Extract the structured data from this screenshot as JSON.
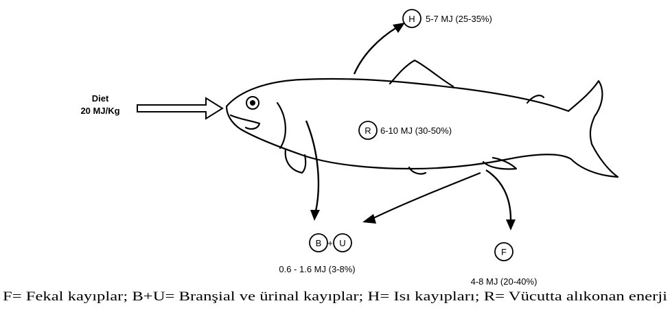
{
  "diet": {
    "line1": "Diet",
    "line2": "20 MJ/Kg"
  },
  "heat": {
    "symbol": "H",
    "value": "5-7 MJ (25-35%)"
  },
  "retained": {
    "symbol": "R",
    "value": "6-10 MJ (30-50%)"
  },
  "branchial": {
    "symbol": "B"
  },
  "plus": "+",
  "urinary": {
    "symbol": "U"
  },
  "branchial_urinary_value": "0.6 - 1.6 MJ (3-8%)",
  "fecal": {
    "symbol": "F",
    "value": "4-8 MJ (20-40%)"
  },
  "caption": "F= Fekal kayıplar; B+U= Branşial ve ürinal kayıplar; H= Isı kayıpları; R= Vücutta alıkonan enerji"
}
